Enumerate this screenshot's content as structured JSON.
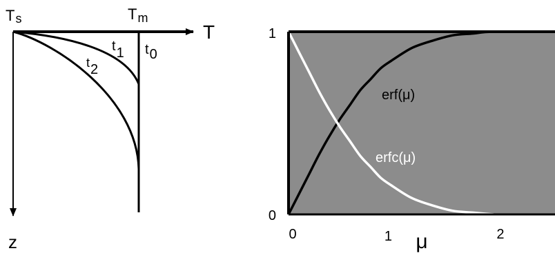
{
  "left_diagram": {
    "x_axis": {
      "T_prefix": "T",
      "s_sub": "s",
      "m_sub": "m",
      "label": "T"
    },
    "z_label": "z",
    "curves": [
      {
        "t": "t",
        "sub": "0"
      },
      {
        "t": "t",
        "sub": "1"
      },
      {
        "t": "t",
        "sub": "2"
      }
    ]
  },
  "chart_data": {
    "type": "line",
    "xlabel": "μ",
    "xlim": [
      0,
      2.6
    ],
    "ylim": [
      0,
      1
    ],
    "x_ticks": [
      "0",
      "1",
      "2"
    ],
    "y_ticks": [
      "0",
      "1"
    ],
    "background_color": "#8c8c8c",
    "series": [
      {
        "name": "erf(μ)",
        "color": "#000000",
        "x": [
          0,
          0.1,
          0.2,
          0.3,
          0.4,
          0.5,
          0.6,
          0.7,
          0.8,
          0.9,
          1.0,
          1.2,
          1.4,
          1.6,
          1.8,
          2.0,
          2.6
        ],
        "y": [
          0,
          0.11,
          0.22,
          0.33,
          0.43,
          0.52,
          0.6,
          0.68,
          0.74,
          0.8,
          0.84,
          0.91,
          0.95,
          0.98,
          0.99,
          1.0,
          1.0
        ]
      },
      {
        "name": "erfc(μ)",
        "color": "#ffffff",
        "x": [
          0,
          0.1,
          0.2,
          0.3,
          0.4,
          0.5,
          0.6,
          0.7,
          0.8,
          0.9,
          1.0,
          1.2,
          1.4,
          1.6,
          1.8,
          2.0
        ],
        "y": [
          1,
          0.89,
          0.78,
          0.67,
          0.57,
          0.48,
          0.4,
          0.32,
          0.26,
          0.2,
          0.16,
          0.09,
          0.05,
          0.02,
          0.01,
          0.0
        ]
      }
    ]
  }
}
